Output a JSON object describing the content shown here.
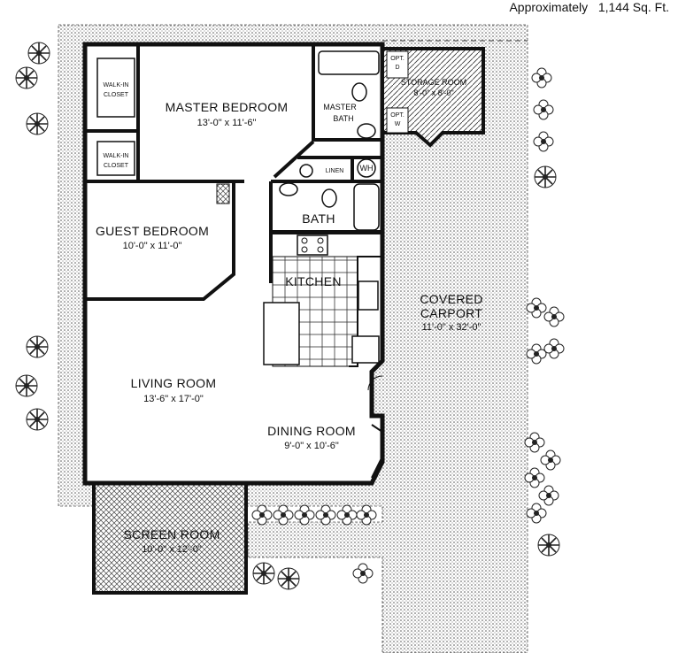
{
  "header": {
    "label": "Approximately",
    "value": "1,144 Sq. Ft."
  },
  "rooms": {
    "master_bedroom": {
      "name": "MASTER BEDROOM",
      "dims": "13'-0\" x 11'-6\""
    },
    "master_bath": {
      "name_line1": "MASTER",
      "name_line2": "BATH"
    },
    "walkin_closet_1": {
      "line1": "WALK-IN",
      "line2": "CLOSET"
    },
    "walkin_closet_2": {
      "line1": "WALK-IN",
      "line2": "CLOSET"
    },
    "storage_room": {
      "name": "STORAGE ROOM",
      "dims": "8'-0\" x 8'-0\""
    },
    "opt_d": {
      "line1": "OPT.",
      "line2": "D"
    },
    "opt_w": {
      "line1": "OPT.",
      "line2": "W"
    },
    "linen": {
      "name": "LINEN"
    },
    "wh": {
      "name": "WH"
    },
    "bath": {
      "name": "BATH"
    },
    "guest_bedroom": {
      "name": "GUEST BEDROOM",
      "dims": "10'-0\" x 11'-0\""
    },
    "kitchen": {
      "name": "KITCHEN"
    },
    "covered_carport": {
      "name_line1": "COVERED",
      "name_line2": "CARPORT",
      "dims": "11'-0\" x 32'-0\""
    },
    "living_room": {
      "name": "LIVING ROOM",
      "dims": "13'-6\" x 17'-0\""
    },
    "dining_room": {
      "name": "DINING ROOM",
      "dims": "9'-0\" x 10'-6\""
    },
    "screen_room": {
      "name": "SCREEN ROOM",
      "dims": "10'-0\" x 12'-0\""
    }
  }
}
